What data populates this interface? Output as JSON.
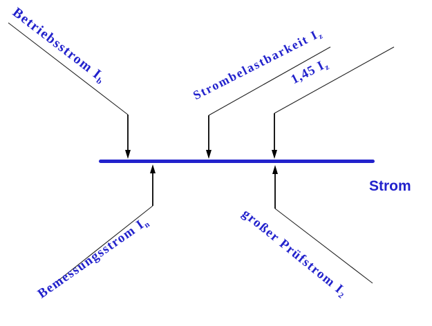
{
  "diagram": {
    "axis": {
      "caption": "Strom",
      "color": "#2222cc"
    },
    "labels": {
      "betriebsstrom": {
        "text": "Betriebsstrom I",
        "sub": "b"
      },
      "strombelastbarkeit": {
        "text": "Strombelastbarkeit I",
        "sub": "z"
      },
      "faktor_145": {
        "text": "1,45 I",
        "sub": "z"
      },
      "bemessungsstrom": {
        "text": "Bemessungsstrom I",
        "sub": "n"
      },
      "pruefstrom": {
        "text": "großer Prüfstrom I",
        "sub": "2"
      }
    },
    "colors": {
      "label_blue": "#2222cc",
      "leader_black": "#1f1f1f"
    }
  }
}
